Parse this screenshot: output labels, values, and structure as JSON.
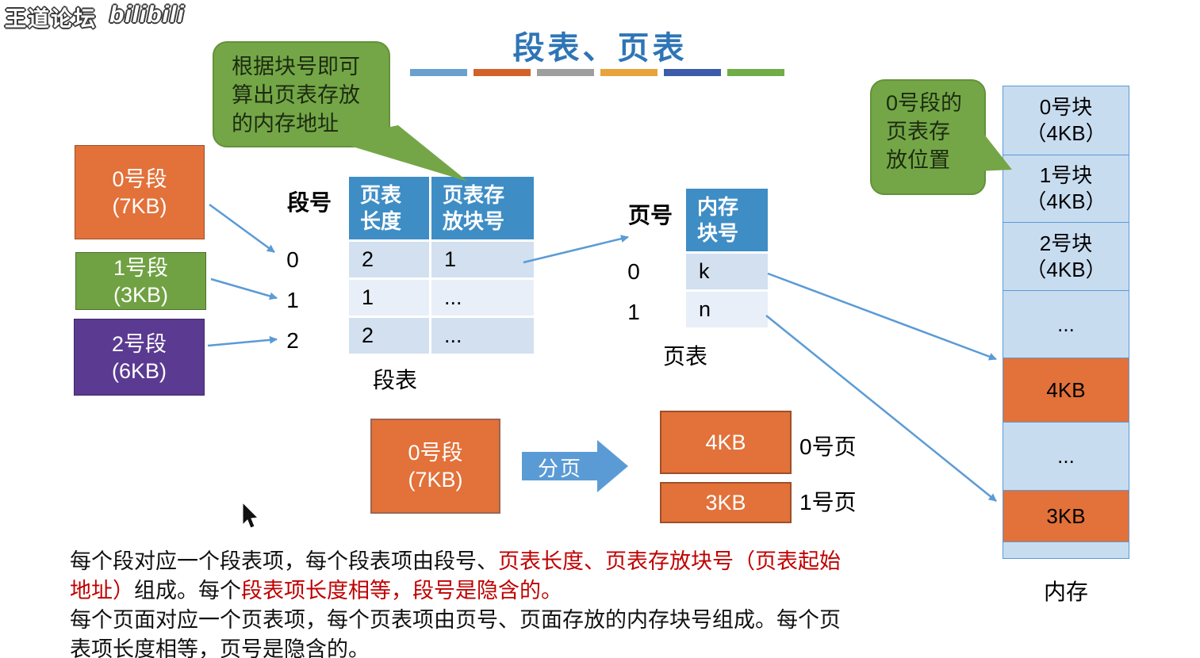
{
  "watermark": {
    "site_name": "王道论坛",
    "logo_text": "bilibili"
  },
  "title": "段表、页表",
  "accent_bar_colors": [
    "#6AA0CE",
    "#D2622A",
    "#9E9E9E",
    "#E8A33D",
    "#3C5BA9",
    "#70AD47"
  ],
  "callouts": {
    "left_text": "根据块号即可\n算出页表存放\n的内存地址",
    "right_text": "0号段的\n页表存\n放位置"
  },
  "segments": [
    {
      "name": "0号段",
      "size": "(7KB)",
      "color": "#E2713A"
    },
    {
      "name": "1号段",
      "size": "(3KB)",
      "color": "#70A143"
    },
    {
      "name": "2号段",
      "size": "(6KB)",
      "color": "#5B3A92"
    }
  ],
  "segment_table": {
    "axis_label": "段号",
    "col_length": "页表\n长度",
    "col_block": "页表存\n放块号",
    "rows": [
      {
        "no": "0",
        "len": "2",
        "block": "1"
      },
      {
        "no": "1",
        "len": "1",
        "block": "..."
      },
      {
        "no": "2",
        "len": "2",
        "block": "..."
      }
    ],
    "caption": "段表"
  },
  "page_table": {
    "axis_label": "页号",
    "col_block": "内存\n块号",
    "rows": [
      {
        "no": "0",
        "block": "k"
      },
      {
        "no": "1",
        "block": "n"
      }
    ],
    "caption": "页表"
  },
  "memory": {
    "caption": "内存",
    "blocks": [
      {
        "text": "0号块\n（4KB）",
        "style": "light"
      },
      {
        "text": "1号块\n（4KB）",
        "style": "light"
      },
      {
        "text": "2号块\n（4KB）",
        "style": "light"
      },
      {
        "text": "...",
        "style": "light"
      },
      {
        "text": "4KB",
        "style": "orange"
      },
      {
        "text": "...",
        "style": "light"
      },
      {
        "text": "3KB",
        "style": "orange"
      },
      {
        "text": "",
        "style": "light"
      }
    ]
  },
  "paging_demo": {
    "source_name": "0号段",
    "source_size": "(7KB)",
    "arrow_label": "分页",
    "pages": [
      {
        "size": "4KB",
        "label": "0号页"
      },
      {
        "size": "3KB",
        "label": "1号页"
      }
    ]
  },
  "notes": {
    "p1_a": "每个段对应一个段表项，每个段表项由段号、",
    "p1_b": "页表长度、页表存放块号（页表起始\n地址）",
    "p1_c": "组成。每个",
    "p1_d": "段表项长度相等，段号是隐含的。",
    "p2": "每个页面对应一个页表项，每个页表项由页号、页面存放的内存块号组成。每个页\n表项长度相等，页号是隐含的。"
  },
  "colors": {
    "title": "#2E75B6",
    "table_header": "#3E8DC5",
    "arrow": "#5B9BD5",
    "callout_green": "#74A647",
    "memory_light": "#C8DCF0",
    "memory_orange": "#E2713A",
    "note_red": "#C00000"
  }
}
